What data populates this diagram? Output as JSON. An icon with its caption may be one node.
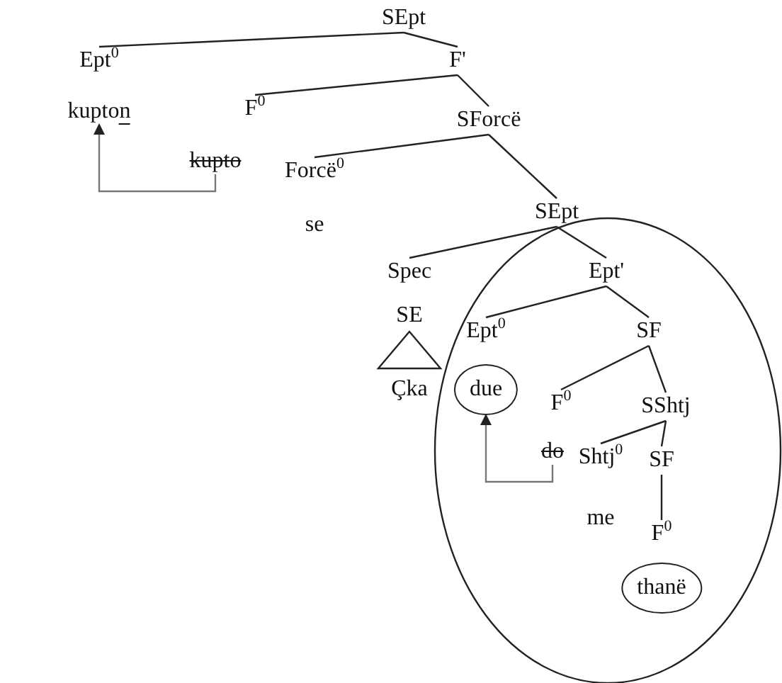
{
  "diagram": {
    "nodes": [
      {
        "text": [
          "SEpt"
        ]
      },
      {
        "text": [
          "Ept$^{0}$"
        ]
      },
      {
        "text": [
          "F'"
        ]
      },
      {
        "text": [
          "kupton"
        ]
      },
      {
        "text": [
          "F$^{0}$"
        ]
      },
      {
        "text": [
          "SForcë"
        ]
      },
      {
        "text": [
          "kupto"
        ]
      },
      {
        "text": [
          "Forcë$^{0}$"
        ]
      },
      {
        "text": [
          "SEpt"
        ]
      },
      {
        "text": [
          "se"
        ]
      },
      {
        "text": [
          "Spec"
        ]
      },
      {
        "text": [
          "Ept'"
        ]
      },
      {
        "text": [
          "SE"
        ]
      },
      {
        "text": [
          "Ept$^{0}$"
        ]
      },
      {
        "text": [
          "SF"
        ]
      },
      {
        "text": [
          "Çka"
        ]
      },
      {
        "text": [
          "due"
        ]
      },
      {
        "text": [
          "F$^{0}$"
        ]
      },
      {
        "text": [
          "SShtj"
        ]
      },
      {
        "text": [
          "do"
        ]
      },
      {
        "text": [
          "Shtj$^{0}$"
        ]
      },
      {
        "text": [
          "SF"
        ]
      },
      {
        "text": [
          "me"
        ]
      },
      {
        "text": [
          "F$^{0}$"
        ]
      },
      {
        "text": [
          "thanë"
        ]
      }
    ],
    "edges": [
      {
        "from": 0,
        "to": 1,
        "arrow": "none"
      },
      {
        "from": 0,
        "to": 2,
        "arrow": "none"
      },
      {
        "from": 2,
        "to": 4,
        "arrow": "none"
      },
      {
        "from": 2,
        "to": 5,
        "arrow": "none"
      },
      {
        "from": 5,
        "to": 7,
        "arrow": "none"
      },
      {
        "from": 5,
        "to": 8,
        "arrow": "none"
      },
      {
        "from": 8,
        "to": 10,
        "arrow": "none"
      },
      {
        "from": 8,
        "to": 11,
        "arrow": "none"
      },
      {
        "from": 11,
        "to": 13,
        "arrow": "none"
      },
      {
        "from": 11,
        "to": 14,
        "arrow": "none"
      },
      {
        "from": 14,
        "to": 17,
        "arrow": "none"
      },
      {
        "from": 14,
        "to": 18,
        "arrow": "none"
      },
      {
        "from": 18,
        "to": 20,
        "arrow": "none"
      },
      {
        "from": 18,
        "to": 21,
        "arrow": "none"
      },
      {
        "from": 21,
        "to": 23,
        "arrow": "none"
      },
      {
        "from": 12,
        "to": 15,
        "arrow": "none"
      },
      {
        "from": 6,
        "to": 3,
        "arrow": "to"
      },
      {
        "from": 19,
        "to": 16,
        "arrow": "to"
      }
    ]
  }
}
